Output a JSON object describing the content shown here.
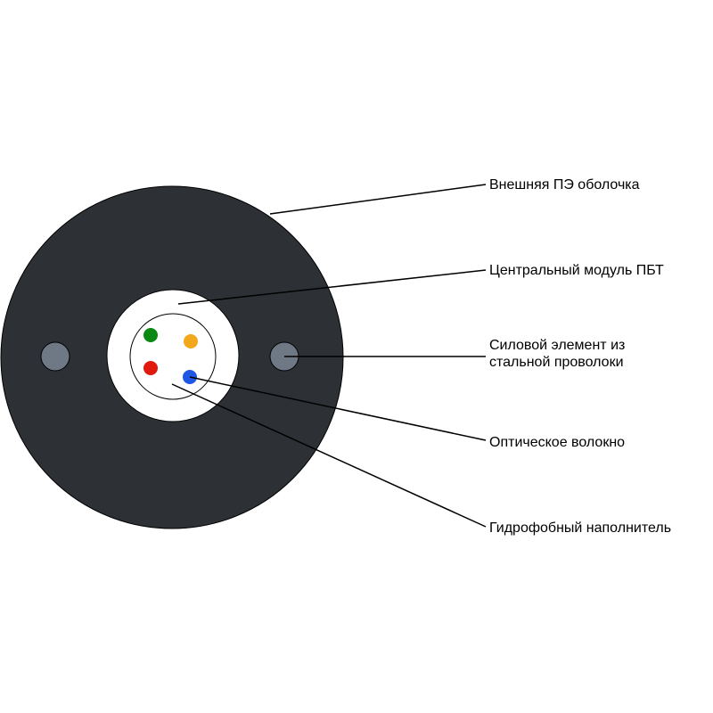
{
  "labels": {
    "outer_sheath": "Внешняя ПЭ оболочка",
    "central_module": "Центральный модуль ПБТ",
    "strength_member_line1": "Силовой элемент из",
    "strength_member_line2": "стальной проволоки",
    "optical_fiber": "Оптическое волокно",
    "hydrophobic_filler": "Гидрофобный наполнитель"
  },
  "colors": {
    "sheath": "#2d3135",
    "module": "#ffffff",
    "strength_member": "#6e7985",
    "fiber_green": "#0a8a12",
    "fiber_orange": "#f3a71a",
    "fiber_red": "#e01b0e",
    "fiber_blue": "#1f56e6",
    "leader_line": "#000000"
  }
}
